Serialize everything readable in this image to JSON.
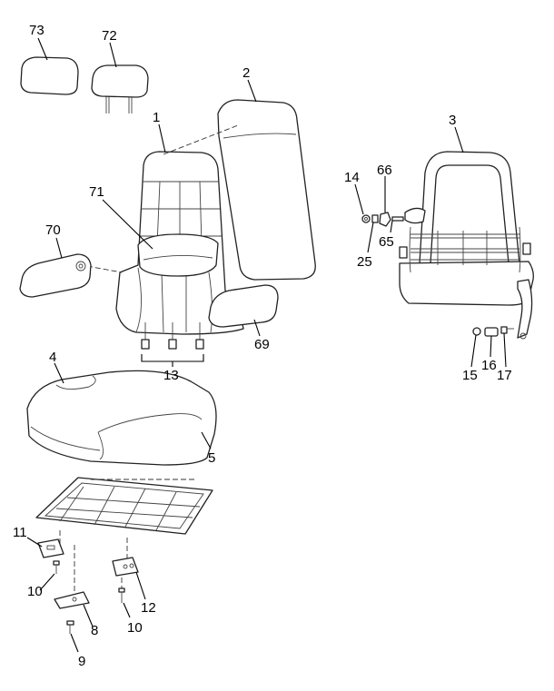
{
  "callouts": {
    "c73": "73",
    "c72": "72",
    "c2": "2",
    "c1": "1",
    "c3": "3",
    "c14": "14",
    "c66": "66",
    "c71": "71",
    "c65": "65",
    "c25": "25",
    "c70": "70",
    "c69": "69",
    "c13": "13",
    "c15": "15",
    "c16": "16",
    "c17": "17",
    "c4": "4",
    "c5": "5",
    "c11": "11",
    "c12": "12",
    "c10a": "10",
    "c10b": "10",
    "c8": "8",
    "c9": "9"
  }
}
